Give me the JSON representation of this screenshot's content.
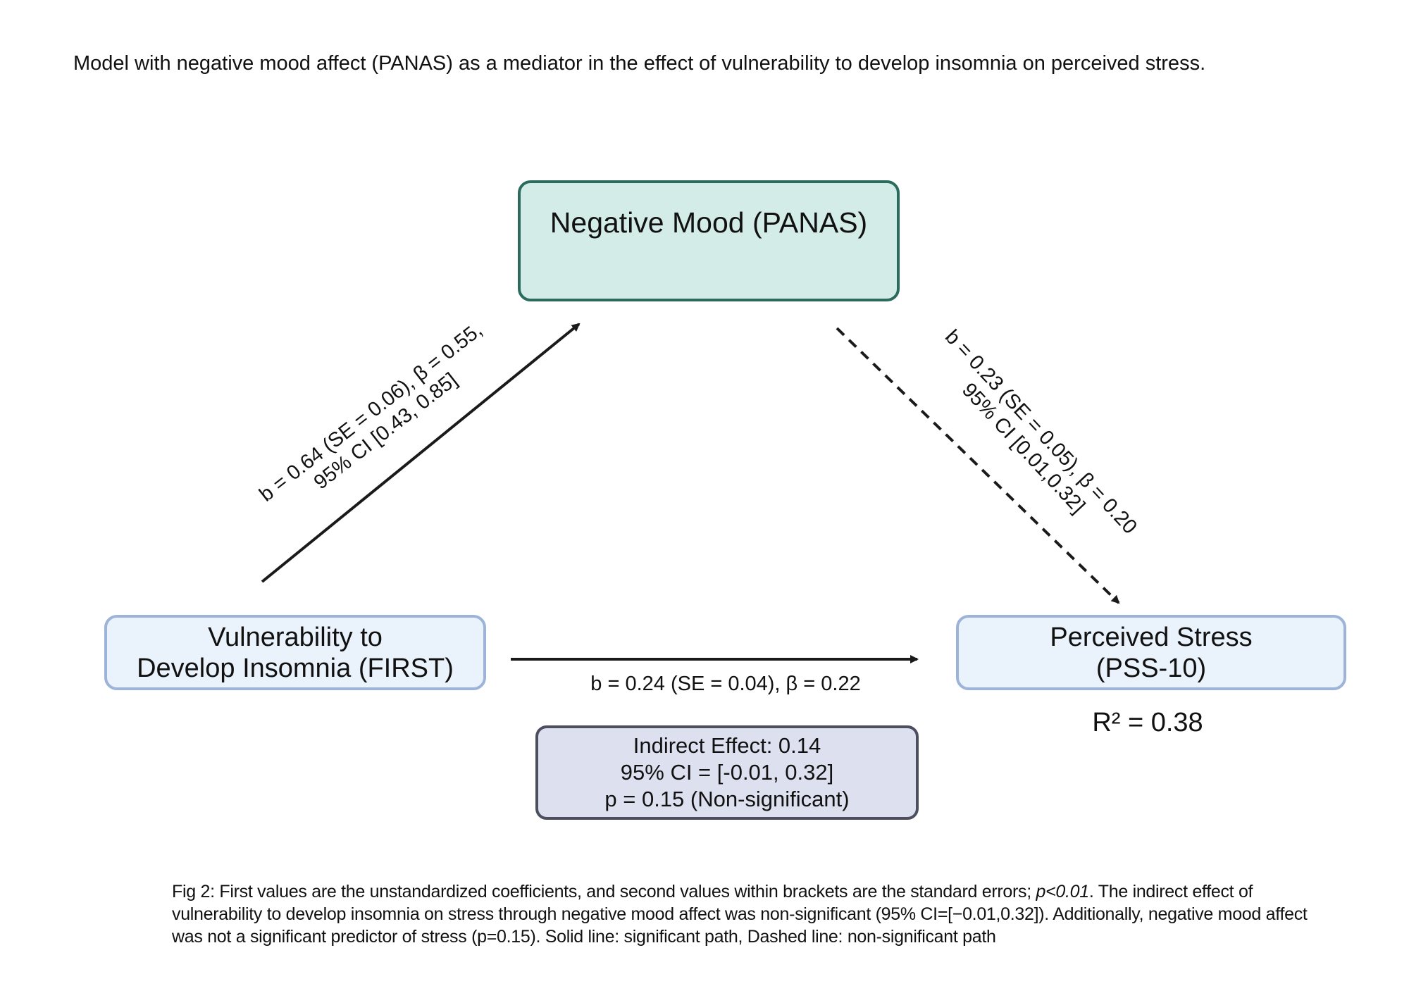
{
  "title": "Model with negative mood affect (PANAS) as a mediator in the effect of vulnerability to develop insomnia on perceived stress.",
  "nodes": {
    "mediator": {
      "label": "Negative Mood (PANAS)"
    },
    "predictor": {
      "line1": "Vulnerability to",
      "line2": "Develop Insomnia (FIRST)"
    },
    "outcome": {
      "line1": "Perceived Stress",
      "line2": "(PSS-10)"
    }
  },
  "paths": {
    "a": {
      "line1": "b = 0.64 (SE = 0.06), β = 0.55,",
      "line2": "95% CI [0.43, 0.85]",
      "style": "solid"
    },
    "b": {
      "line1": "b = 0.23 (SE = 0.05), β = 0.20",
      "line2": "95% CI [0.01,0.32]",
      "style": "dashed"
    },
    "c": {
      "line1": "b = 0.24 (SE = 0.04), β = 0.22",
      "style": "solid"
    }
  },
  "r_squared": "R² = 0.38",
  "indirect": {
    "line1": "Indirect Effect: 0.14",
    "line2": "95% CI = [-0.01, 0.32]",
    "line3": "p = 0.15 (Non-significant)"
  },
  "caption": {
    "part1": "Fig 2: First values are the unstandardized coefficients, and second values within brackets are the standard errors; ",
    "emphasis": "p<0.01",
    "part2": ". The indirect effect of vulnerability to develop insomnia on stress through negative mood affect was non-significant (95% CI=[−0.01,0.32]). Additionally, negative mood affect was not a significant predictor of stress (p=0.15). Solid line: significant path, Dashed line: non-significant path"
  },
  "colors": {
    "mediator_fill": "#d3ece7",
    "mediator_border": "#2a6b5e",
    "node_fill": "#eaf2fb",
    "node_border": "#9db3d8",
    "indirect_fill": "#dce0ef",
    "indirect_border": "#4d4f5e",
    "arrow": "#1a1a1a"
  }
}
